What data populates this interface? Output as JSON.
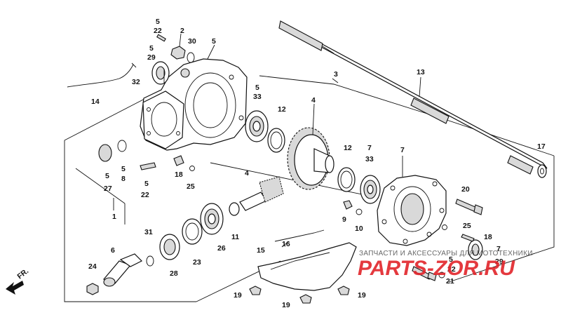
{
  "diagram": {
    "title": "",
    "callouts": [
      {
        "id": "c1",
        "text": "5"
      },
      {
        "id": "c2",
        "text": "22"
      },
      {
        "id": "c3",
        "text": "2"
      },
      {
        "id": "c4",
        "text": "30"
      },
      {
        "id": "c5",
        "text": "5"
      },
      {
        "id": "c6",
        "text": "5"
      },
      {
        "id": "c7",
        "text": "29"
      },
      {
        "id": "c8",
        "text": "32"
      },
      {
        "id": "c9",
        "text": "14"
      },
      {
        "id": "c10",
        "text": "3"
      },
      {
        "id": "c11",
        "text": "13"
      },
      {
        "id": "c12",
        "text": "5"
      },
      {
        "id": "c13",
        "text": "33"
      },
      {
        "id": "c14",
        "text": "4"
      },
      {
        "id": "c15",
        "text": "12"
      },
      {
        "id": "c16",
        "text": "12"
      },
      {
        "id": "c17",
        "text": "7"
      },
      {
        "id": "c18",
        "text": "33"
      },
      {
        "id": "c19",
        "text": "7"
      },
      {
        "id": "c20",
        "text": "17"
      },
      {
        "id": "c21",
        "text": "5"
      },
      {
        "id": "c22",
        "text": "8"
      },
      {
        "id": "c23",
        "text": "5"
      },
      {
        "id": "c24",
        "text": "27"
      },
      {
        "id": "c25",
        "text": "1"
      },
      {
        "id": "c26",
        "text": "5"
      },
      {
        "id": "c27",
        "text": "22"
      },
      {
        "id": "c28",
        "text": "18"
      },
      {
        "id": "c29",
        "text": "25"
      },
      {
        "id": "c30",
        "text": "4"
      },
      {
        "id": "c31",
        "text": "9"
      },
      {
        "id": "c32",
        "text": "10"
      },
      {
        "id": "c33",
        "text": "20"
      },
      {
        "id": "c34",
        "text": "25"
      },
      {
        "id": "c35",
        "text": "18"
      },
      {
        "id": "c36",
        "text": "31"
      },
      {
        "id": "c37",
        "text": "6"
      },
      {
        "id": "c38",
        "text": "28"
      },
      {
        "id": "c39",
        "text": "23"
      },
      {
        "id": "c40",
        "text": "26"
      },
      {
        "id": "c41",
        "text": "11"
      },
      {
        "id": "c42",
        "text": "16"
      },
      {
        "id": "c43",
        "text": "15"
      },
      {
        "id": "c44",
        "text": "24"
      },
      {
        "id": "c45",
        "text": "19"
      },
      {
        "id": "c46",
        "text": "19"
      },
      {
        "id": "c47",
        "text": "19"
      },
      {
        "id": "c48",
        "text": "5"
      },
      {
        "id": "c49",
        "text": "22"
      },
      {
        "id": "c50",
        "text": "7"
      },
      {
        "id": "c51",
        "text": "29"
      },
      {
        "id": "c52",
        "text": "21"
      }
    ],
    "direction_label": "FR."
  },
  "watermark": {
    "line1": "ЗАПЧАСТИ И АКСЕССУАРЫ ДЛЯ МОТОТЕХНИКИ",
    "logo": "PARTS-ZOR.RU",
    "logo_color": "#e2242a"
  }
}
